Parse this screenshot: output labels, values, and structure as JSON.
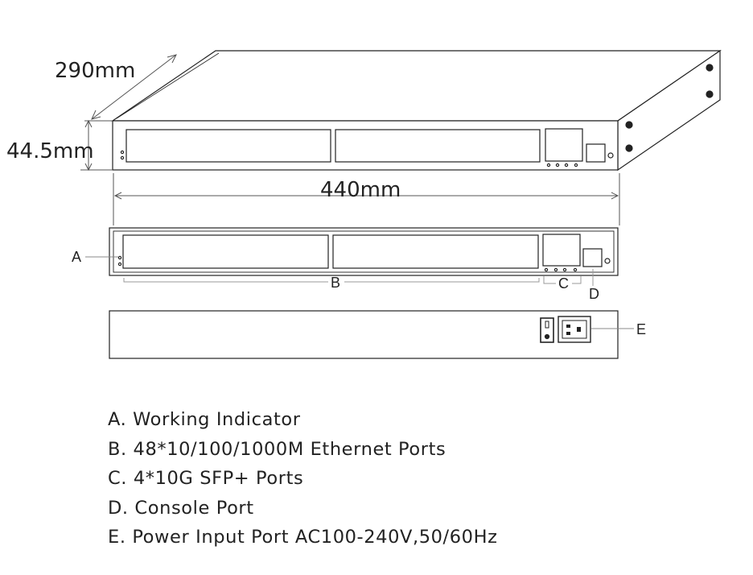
{
  "dimensions": {
    "depth": "290mm",
    "height": "44.5mm",
    "width": "440mm"
  },
  "callouts": {
    "a": "A",
    "b": "B",
    "c": "C",
    "d": "D",
    "e": "E"
  },
  "legend": [
    "A. Working Indicator",
    "B. 48*10/100/1000M Ethernet Ports",
    "C. 4*10G SFP+ Ports",
    "D. Console Port",
    "E. Power Input Port AC100-240V,50/60Hz"
  ]
}
